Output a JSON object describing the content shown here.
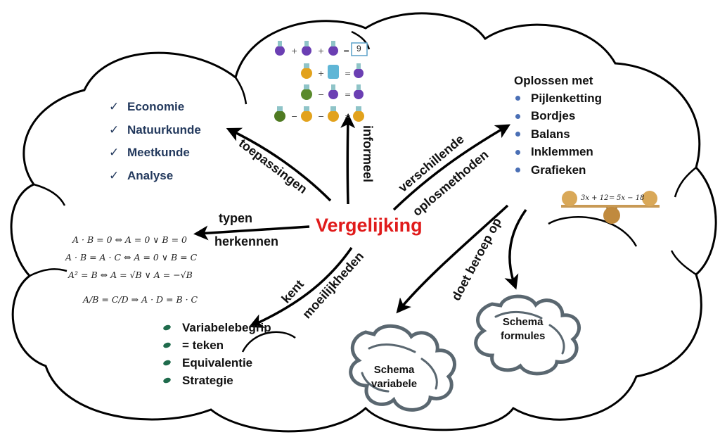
{
  "center": {
    "title": "Vergelijking"
  },
  "edges": {
    "toepassingen": "toepassingen",
    "informeel": "informeel",
    "verschillende": "verschillende",
    "oplosmethoden": "oplosmethoden",
    "typen": "typen",
    "herkennen": "herkennen",
    "kent": "kent",
    "moeilijkheden": "moeilijkheden",
    "doet_beroep_op": "doet beroep op"
  },
  "applications": {
    "items": [
      "Economie",
      "Natuurkunde",
      "Meetkunde",
      "Analyse"
    ]
  },
  "methods": {
    "title": "Oplossen met",
    "items": [
      "Pijlenketting",
      "Bordjes",
      "Balans",
      "Inklemmen",
      "Grafieken"
    ]
  },
  "balance": {
    "left": "3x + 12",
    "equals": "=",
    "right": "5x − 18"
  },
  "puzzle": {
    "answer": "9"
  },
  "equation_types": [
    "A · B = 0 ⇔ A = 0 ∨ B = 0",
    "A · B = A · C ⇔ A = 0 ∨ B = C",
    "A² = B ⇔ A = √B ∨ A = −√B",
    "A/B = C/D ⇒ A · D = B · C"
  ],
  "difficulties": {
    "items": [
      "Variabelebegrip",
      "= teken",
      "Equivalentie",
      "Strategie"
    ]
  },
  "schemas": {
    "variabele": [
      "Schema",
      "variabele"
    ],
    "formules": [
      "Schema",
      "formules"
    ]
  },
  "colors": {
    "center": "#e01b1b",
    "applications": "#23395d",
    "bullet": "#4a6fb5",
    "leaf": "#1f6b4c"
  }
}
